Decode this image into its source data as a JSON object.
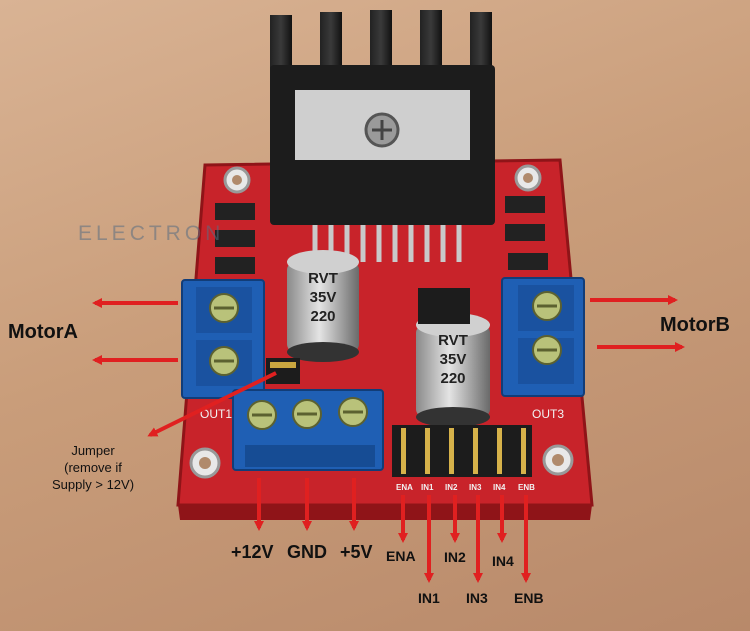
{
  "watermark": "ELECTRON",
  "labels": {
    "motor_a": "MotorA",
    "motor_b": "MotorB",
    "jumper_line1": "Jumper",
    "jumper_line2": "(remove if",
    "jumper_line3": "Supply > 12V)",
    "plus12v": "+12V",
    "gnd": "GND",
    "plus5v": "+5V",
    "ena": "ENA",
    "in1": "IN1",
    "in2": "IN2",
    "in3": "IN3",
    "in4": "IN4",
    "enb": "ENB"
  },
  "board": {
    "chip_marking": "",
    "capacitor_text": [
      "220",
      "35V",
      "RVT"
    ],
    "silkscreen_out1": "OUT1",
    "silkscreen_out3": "OUT3",
    "pin_labels": [
      "ENA",
      "IN1",
      "IN2",
      "IN3",
      "IN4",
      "ENB"
    ]
  },
  "colors": {
    "pcb": "#c8232a",
    "terminal": "#1f5fb4",
    "heatsink": "#1a1a1a",
    "arrow": "#e02020",
    "background": "#c99d7a"
  }
}
